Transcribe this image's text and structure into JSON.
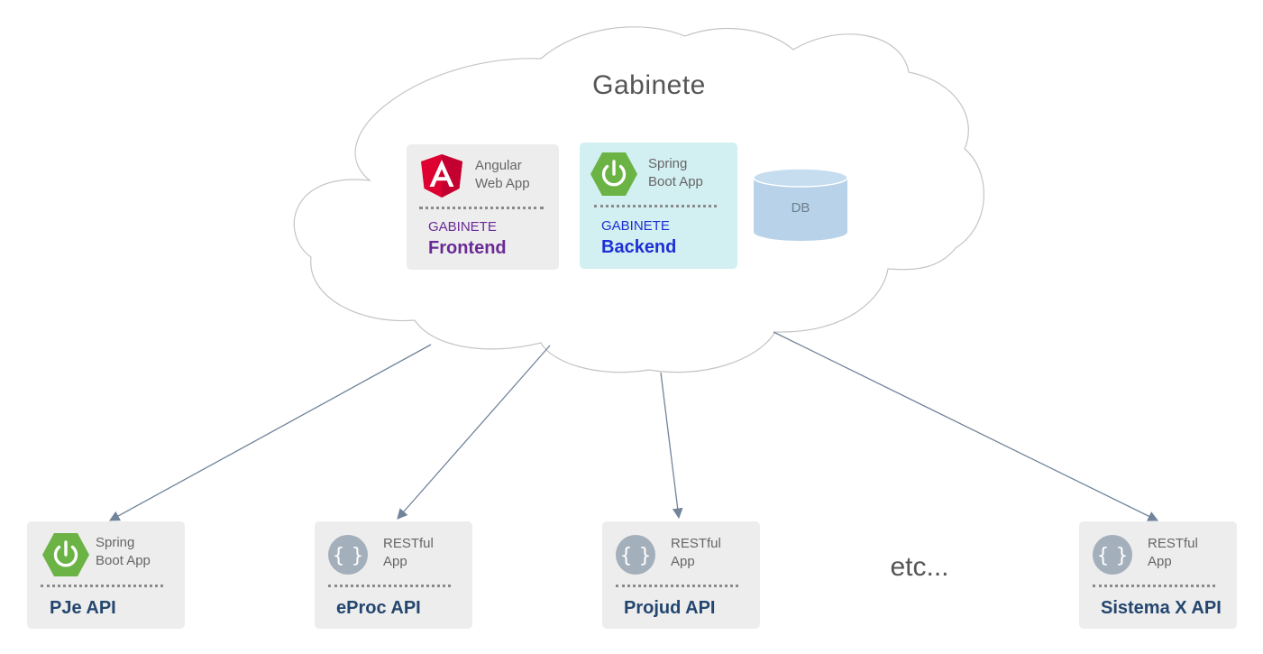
{
  "cloud": {
    "title": "Gabinete"
  },
  "frontend": {
    "type_line1": "Angular",
    "type_line2": "Web App",
    "subtitle": "GABINETE",
    "name": "Frontend",
    "icon": "angular-icon"
  },
  "backend": {
    "type_line1": "Spring",
    "type_line2": "Boot App",
    "subtitle": "GABINETE",
    "name": "Backend",
    "icon": "spring-power-icon"
  },
  "database": {
    "label": "DB"
  },
  "apis": [
    {
      "type_line1": "Spring",
      "type_line2": "Boot App",
      "name": "PJe API",
      "icon": "spring-power-icon"
    },
    {
      "type_line1": "RESTful",
      "type_line2": "App",
      "name": "eProc API",
      "icon": "curly-braces-icon"
    },
    {
      "type_line1": "RESTful",
      "type_line2": "App",
      "name": "Projud API",
      "icon": "curly-braces-icon"
    },
    {
      "type_line1": "RESTful",
      "type_line2": "App",
      "name": "Sistema X API",
      "icon": "curly-braces-icon"
    }
  ],
  "etc_label": "etc...",
  "colors": {
    "frontend_card": "#ededed",
    "frontend_text": "#6a2a96",
    "backend_card": "#d2eff2",
    "backend_text": "#1e2fd6",
    "api_card": "#ededed",
    "api_text": "#24466e",
    "spring_green": "#6ab344",
    "angular_red": "#dd0031",
    "rest_icon": "#a4afbc",
    "db_fill": "#b8d2e9",
    "arrow": "#71849a"
  }
}
